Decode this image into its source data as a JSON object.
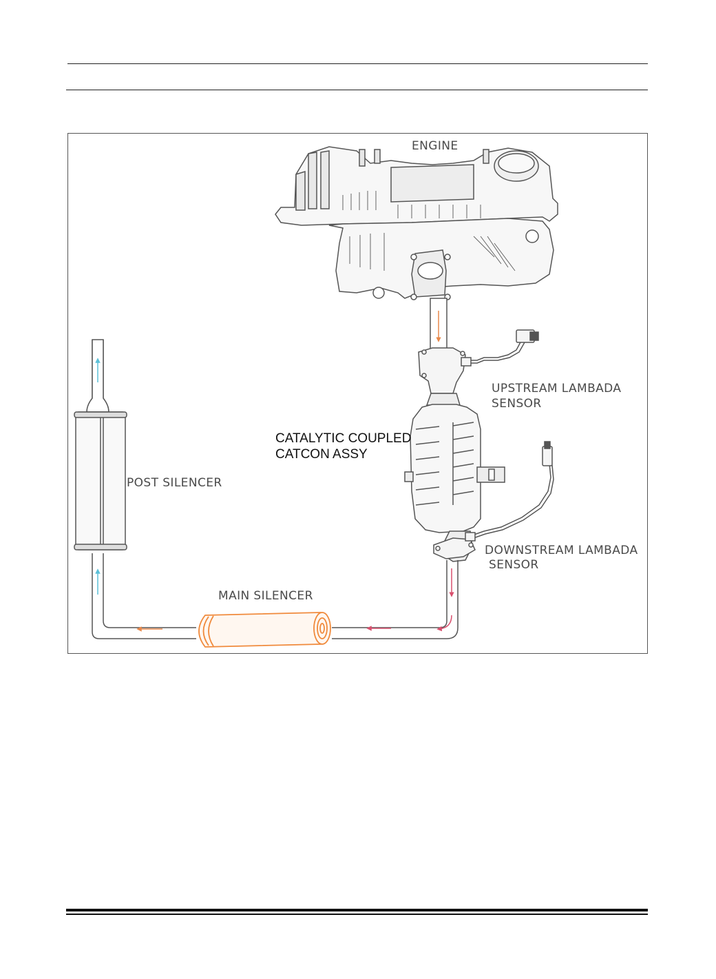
{
  "labels": {
    "engine": "ENGINE",
    "upstream_line1": "UPSTREAM LAMBADA",
    "upstream_line2": "SENSOR",
    "catcon_line1": "CATALYTIC COUPLED",
    "catcon_line2": "CATCON ASSY",
    "post_silencer": "POST SILENCER",
    "downstream_line1": "DOWNSTREAM LAMBADA",
    "downstream_line2": "SENSOR",
    "main_silencer": "MAIN SILENCER"
  },
  "colors": {
    "outline": "#555555",
    "hot_flow": "#e8884a",
    "warm_flow": "#d9506e",
    "cool_flow": "#5bc0d8",
    "main_silencer": "#f08a3c"
  }
}
